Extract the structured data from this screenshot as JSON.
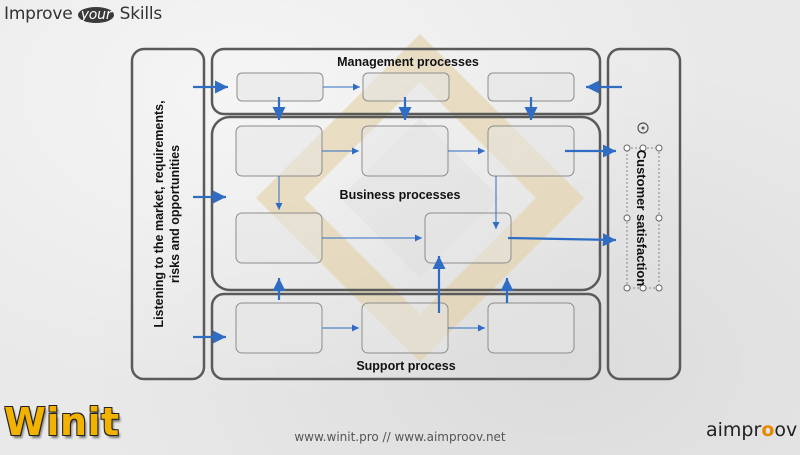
{
  "header": {
    "brand_prefix": "Improve ",
    "brand_badge": "your",
    "brand_suffix": " Skills"
  },
  "diagram": {
    "left_column_line1": "Listening to the market, requirements,",
    "left_column_line2": "risks and opportunities",
    "management_title": "Management processes",
    "business_title": "Business processes",
    "support_title": "Support process",
    "right_column": "Customer satisfaction",
    "colors": {
      "arrow": "#2f6cc4",
      "frame": "#5a5a5a",
      "box_stroke": "#8d8d8d",
      "box_fill": "#e6e6e6",
      "watermark": "#e3cf9e"
    }
  },
  "footer": {
    "left_logo": "Winit",
    "url": "www.winit.pro // www.aimproov.net",
    "right_logo_prefix": "aimpr",
    "right_logo_o": "o",
    "right_logo_suffix": "ov"
  }
}
